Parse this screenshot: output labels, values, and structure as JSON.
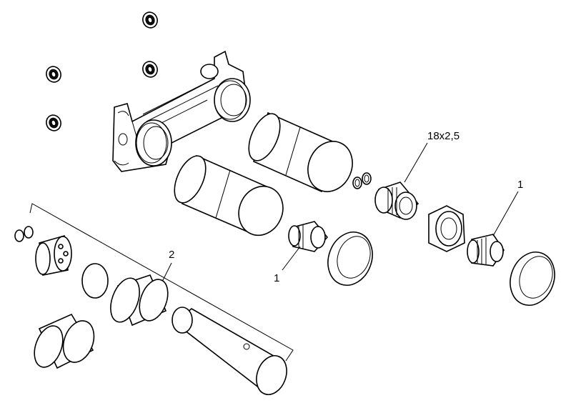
{
  "labels": {
    "thread_size": "18x2,5",
    "part_1_upper": "1",
    "part_1_lower": "1",
    "part_2": "2"
  }
}
